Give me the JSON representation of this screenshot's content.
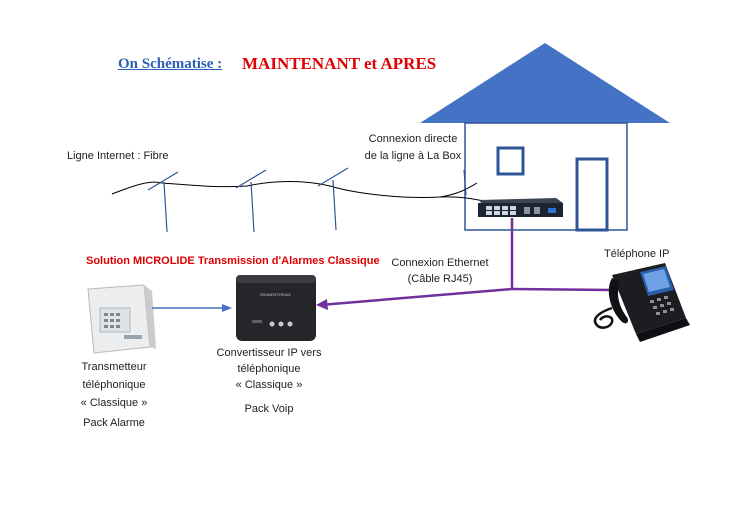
{
  "title": {
    "prefix": "On Schématise :",
    "main": "MAINTENANT et APRES"
  },
  "labels": {
    "fiber_line": "Ligne Internet : Fibre",
    "direct_connection_line1": "Connexion directe",
    "direct_connection_line2": "de la ligne à La Box",
    "solution": "Solution MICROLIDE Transmission d'Alarmes Classique",
    "ethernet_line1": "Connexion Ethernet",
    "ethernet_line2": "(Câble RJ45)",
    "ip_phone": "Téléphone IP",
    "converter_line1": "Convertisseur IP vers",
    "converter_line2": "téléphonique",
    "converter_line3": "« Classique »",
    "pack_voip": "Pack Voip",
    "transmitter_line1": "Transmetteur",
    "transmitter_line2": "téléphonique",
    "transmitter_line3": "« Classique »",
    "pack_alarm": "Pack Alarme",
    "converter_brand": "GRANDSTREAM"
  },
  "colors": {
    "house_roof": "#4472c4",
    "house_wall_border": "#2e5597",
    "ethernet_cable": "#7030a0",
    "alarm_link": "#4472c4",
    "title_blue": "#2b5fb4",
    "title_red": "#e00000"
  }
}
